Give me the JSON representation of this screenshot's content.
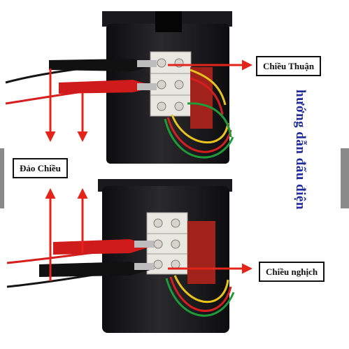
{
  "labels": {
    "forward": "Chiều Thuận",
    "reverse": "Đảo Chiều",
    "backward": "Chiều nghịch"
  },
  "side_text": "hướng dẫn đấu điện",
  "colors": {
    "arrow": "#e3241b",
    "side_text": "#1f2b9a",
    "motor": "#1c1c1e",
    "wire_red": "#d51f1f",
    "wire_black": "#141414",
    "wire_green": "#1f9a3a",
    "wire_yellow": "#e8c31a"
  }
}
